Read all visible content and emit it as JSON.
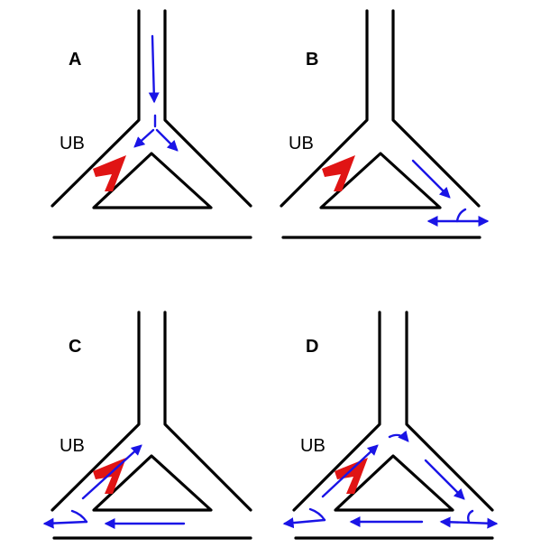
{
  "colors": {
    "wall": "#000000",
    "flow": "#1a14e6",
    "barrier": "#e01414",
    "background": "#ffffff"
  },
  "panels": [
    {
      "label": "A",
      "structure_label": "UB"
    },
    {
      "label": "B",
      "structure_label": "UB"
    },
    {
      "label": "C",
      "structure_label": "UB"
    },
    {
      "label": "D",
      "structure_label": "UB"
    }
  ]
}
